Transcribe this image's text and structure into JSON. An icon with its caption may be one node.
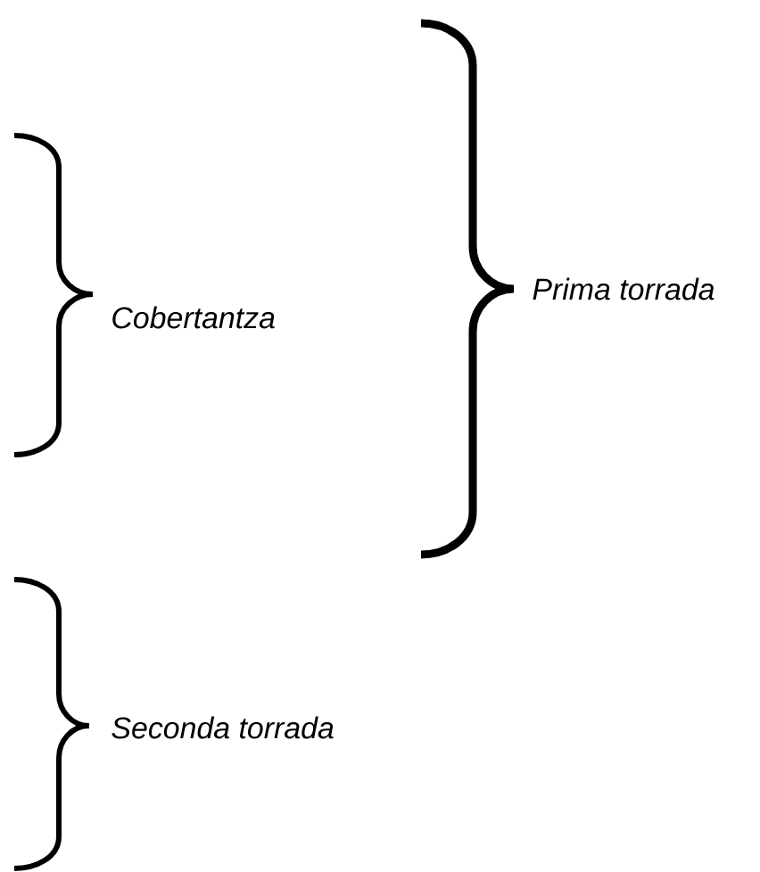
{
  "diagram": {
    "labels": [
      "Prima torrada",
      "Cobertantza",
      "Seconda torrada"
    ]
  }
}
